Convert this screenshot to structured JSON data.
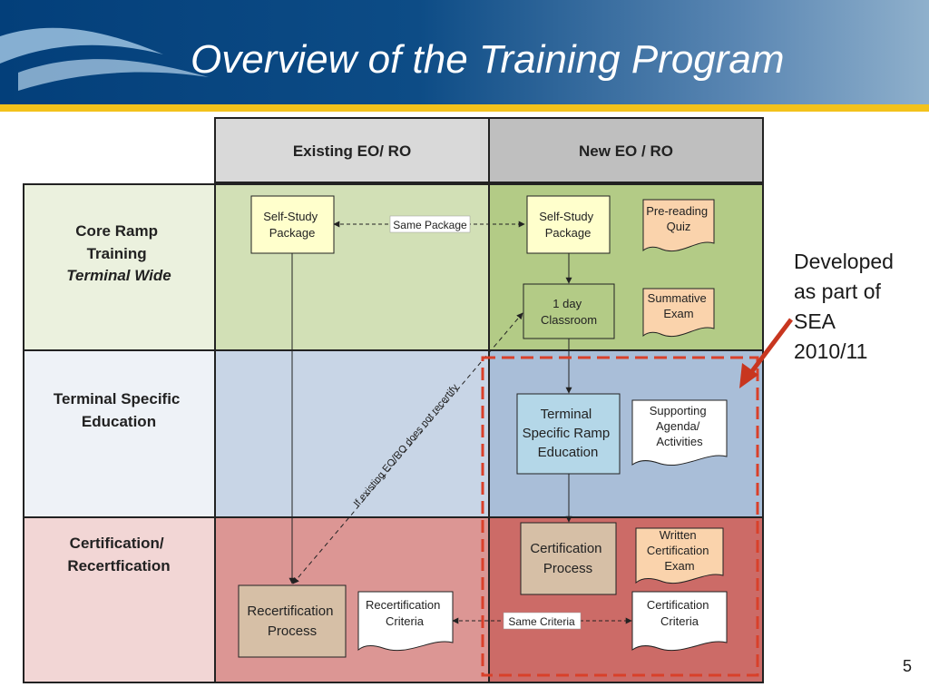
{
  "slide": {
    "title": "Overview of the Training Program",
    "number": "5",
    "note": "Developed\nas part of\nSEA\n2010/11"
  },
  "columns": {
    "existing": "Existing EO/ RO",
    "new": "New EO / RO"
  },
  "rows": {
    "core": [
      "Core Ramp",
      "Training",
      "Terminal Wide"
    ],
    "terminal": [
      "Terminal Specific",
      "Education"
    ],
    "cert": [
      "Certification/",
      "Recertfication"
    ]
  },
  "boxes": {
    "self_study_existing": [
      "Self-Study",
      "Package"
    ],
    "self_study_new": [
      "Self-Study",
      "Package"
    ],
    "pre_reading_quiz": [
      "Pre-reading",
      "Quiz"
    ],
    "classroom": [
      "1 day",
      "Classroom"
    ],
    "summative_exam": [
      "Summative",
      "Exam"
    ],
    "terminal_ramp": [
      "Terminal",
      "Specific Ramp",
      "Education"
    ],
    "supporting": [
      "Supporting",
      "Agenda/",
      "Activities"
    ],
    "certification_process": [
      "Certification",
      "Process"
    ],
    "written_exam": [
      "Written",
      "Certification",
      "Exam"
    ],
    "recert_process": [
      "Recertification",
      "Process"
    ],
    "recert_criteria": [
      "Recertification",
      "Criteria"
    ],
    "cert_criteria": [
      "Certification",
      "Criteria"
    ]
  },
  "labels": {
    "same_package": "Same Package",
    "same_criteria": "Same Criteria",
    "not_recertify": "If existing EO/RO does not recertify"
  },
  "colors": {
    "core_green": "#d2e0b6",
    "core_green_dark": "#b3cb86",
    "terminal_blue": "#c8d5e6",
    "terminal_blue_dark": "#a9bed8",
    "cert_red": "#dc9694",
    "cert_red_dark": "#cc6b67",
    "orange_doc": "#fad3ac",
    "highlight_red": "#d9402a"
  }
}
